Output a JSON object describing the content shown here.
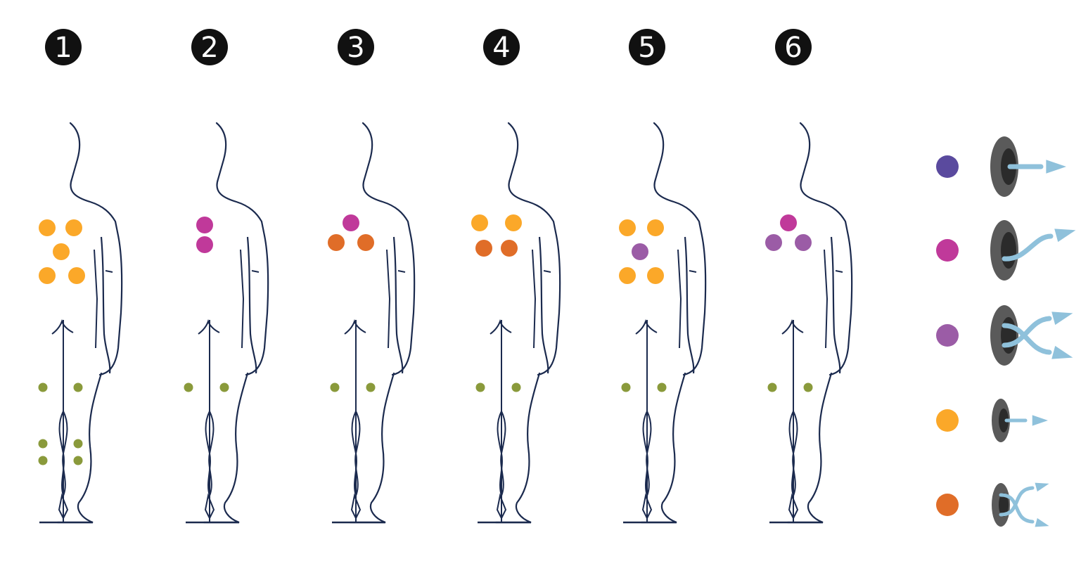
{
  "colors": {
    "outline": "#1b2a4e",
    "badge": "#111111",
    "arrow": "#8fc1db",
    "transducer_outer": "#5a5a5a",
    "transducer_inner": "#2b2b2b",
    "sensor_green": "#8a9a3b"
  },
  "legend": [
    {
      "id": "dark-purple",
      "color": "#5a4a9e",
      "icon": "large-transducer-straight-arrow-icon"
    },
    {
      "id": "magenta",
      "color": "#c0399a",
      "icon": "large-transducer-curved-arrow-icon"
    },
    {
      "id": "lavender",
      "color": "#9b5ca6",
      "icon": "large-transducer-crossed-arrows-icon"
    },
    {
      "id": "orange",
      "color": "#fba829",
      "icon": "small-transducer-straight-arrow-icon"
    },
    {
      "id": "burnt-orange",
      "color": "#e06d28",
      "icon": "small-transducer-crossed-arrows-icon"
    }
  ],
  "configurations": [
    {
      "label": "1",
      "electrodes": [
        "orange",
        "orange",
        "orange",
        "orange",
        "orange"
      ],
      "sensor_count": 6
    },
    {
      "label": "2",
      "electrodes": [
        "magenta",
        "magenta"
      ],
      "sensor_count": 2
    },
    {
      "label": "3",
      "electrodes": [
        "magenta",
        "burnt-orange",
        "burnt-orange"
      ],
      "sensor_count": 2
    },
    {
      "label": "4",
      "electrodes": [
        "orange",
        "orange",
        "burnt-orange",
        "burnt-orange"
      ],
      "sensor_count": 2
    },
    {
      "label": "5",
      "electrodes": [
        "orange",
        "orange",
        "lavender",
        "orange",
        "orange"
      ],
      "sensor_count": 2
    },
    {
      "label": "6",
      "electrodes": [
        "magenta",
        "lavender",
        "lavender"
      ],
      "sensor_count": 2
    }
  ]
}
